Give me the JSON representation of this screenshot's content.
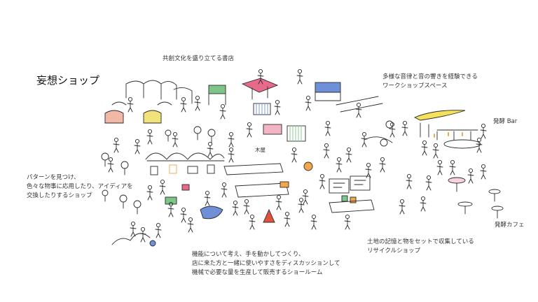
{
  "title": "妄想ショップ",
  "labels": {
    "bookstore": "共創文化を盛り立てる書店",
    "sound_space": [
      "多様な音律と音の響きを経験できる",
      "ワークショップスペース"
    ],
    "hakko_bar": "発酵 Bar",
    "kiya": "木屋",
    "pattern_shop": [
      "パターンを見つけ、",
      "色々な物事に応用したり、アイディアを",
      "交換したりするショップ"
    ],
    "hakko_cafe": "発酵カフェ",
    "recycle_shop": [
      "土地の記憶と物をセットで収集している",
      "リサイクルショップ"
    ],
    "showroom": [
      "機能について考え、手を動かしてつくり、",
      "店に来た方と一緒に使いやすさをディスカッションして",
      "機械で必要な量を生産して販売するショールーム"
    ]
  },
  "colors": {
    "ink": "#2a2a2a",
    "red_tent": "#f2b7a5",
    "yellow_tent": "#f1e27a",
    "pink_stall": "#e86a8a",
    "green_stall": "#7cc68a",
    "blue_rug": "#6f8fd9",
    "red_figure": "#e0533a",
    "yellow_swoosh": "#f4e05a",
    "orange_accent": "#f4a64a"
  }
}
